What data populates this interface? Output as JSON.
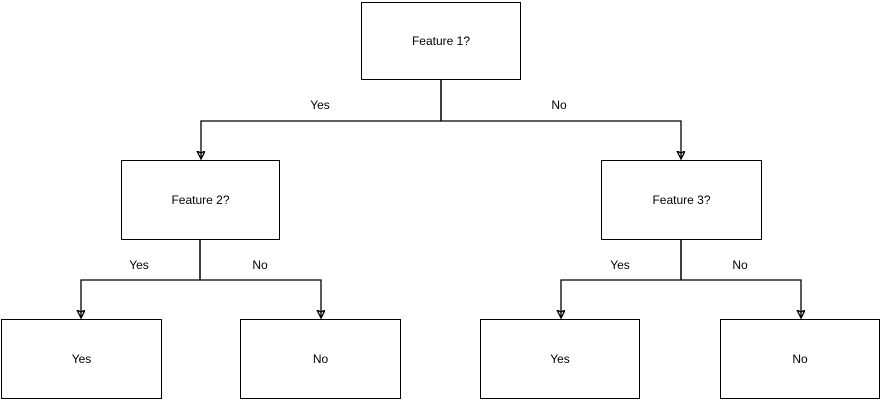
{
  "diagram": {
    "type": "decision-tree-flowchart",
    "colors": {
      "node_fill": "#ffffff",
      "node_stroke": "#000000",
      "text": "#000000",
      "background": "#ffffff"
    },
    "nodes": [
      {
        "id": "root",
        "label": "Feature 1?"
      },
      {
        "id": "left-child",
        "label": "Feature 2?"
      },
      {
        "id": "right-child",
        "label": "Feature 3?"
      },
      {
        "id": "leaf-1",
        "label": "Yes"
      },
      {
        "id": "leaf-2",
        "label": "No"
      },
      {
        "id": "leaf-3",
        "label": "Yes"
      },
      {
        "id": "leaf-4",
        "label": "No"
      }
    ],
    "edges": [
      {
        "from": "root",
        "to": "left-child",
        "label": "Yes"
      },
      {
        "from": "root",
        "to": "right-child",
        "label": "No"
      },
      {
        "from": "left-child",
        "to": "leaf-1",
        "label": "Yes"
      },
      {
        "from": "left-child",
        "to": "leaf-2",
        "label": "No"
      },
      {
        "from": "right-child",
        "to": "leaf-3",
        "label": "Yes"
      },
      {
        "from": "right-child",
        "to": "leaf-4",
        "label": "No"
      }
    ]
  }
}
